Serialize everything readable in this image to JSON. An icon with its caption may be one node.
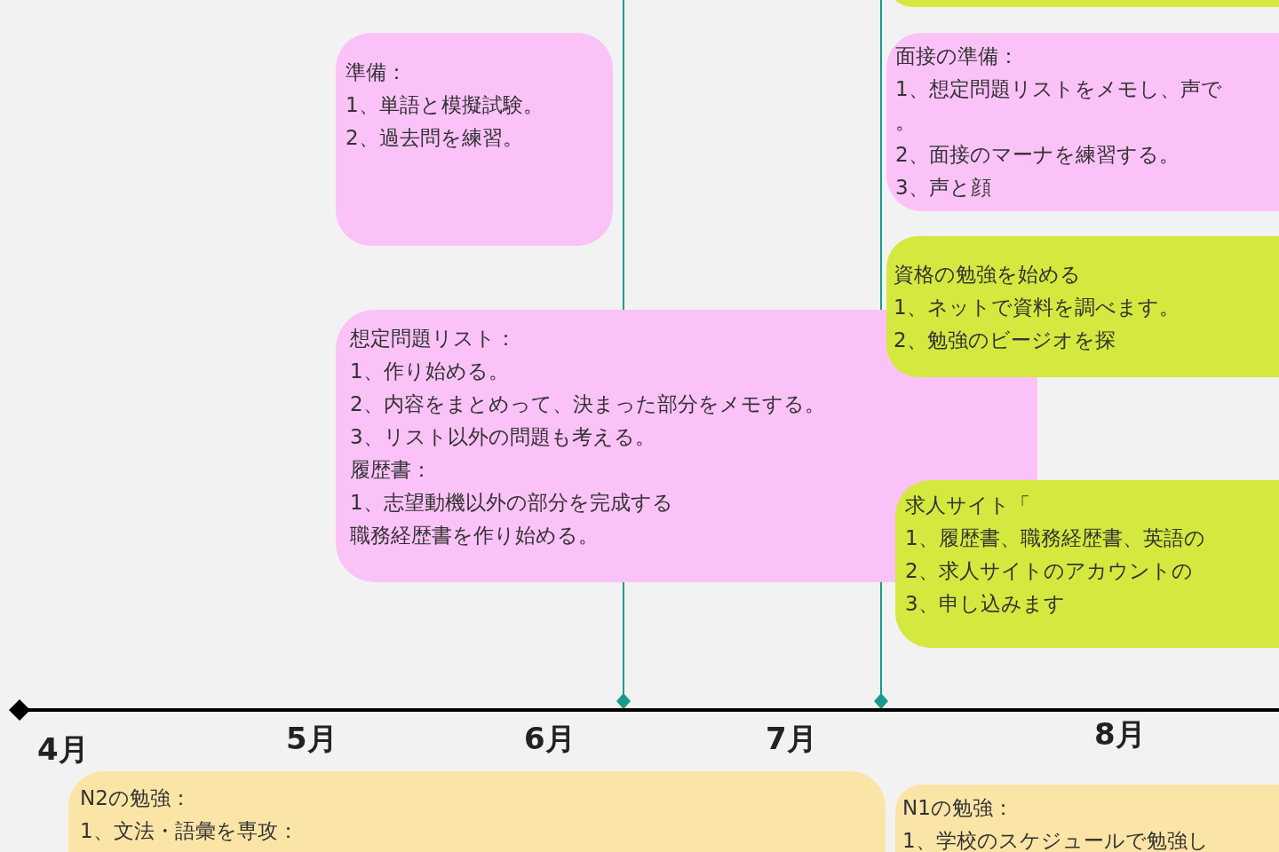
{
  "diagram": {
    "nodes": [
      {
        "text": [],
        "shape": "box"
      },
      {
        "text": [
          "準備：",
          "1、単語と模擬試験。",
          "2、過去問を練習。"
        ]
      },
      {
        "text": [
          "面接の準備：",
          "1、想定問題リストをメモし、声で",
          "。",
          "2、面接のマーナを練習する。",
          "3、声と顔"
        ]
      },
      {
        "text": [
          "資格の勉強を始める",
          "1、ネットで資料を調べます。",
          "2、勉強のビージオを探"
        ]
      },
      {
        "text": [
          "想定問題リスト：",
          "1、作り始める。",
          "2、内容をまとめって、決まった部分をメモする。",
          "3、リスト以外の問題も考える。",
          "履歴書：",
          "1、志望動機以外の部分を完成する",
          "職務経歴書を作り始める。"
        ]
      },
      {
        "text": [
          "求人サイト「",
          "1、履歴書、職務経歴書、英語の",
          "2、求人サイトのアカウントの",
          "3、申し込みます"
        ]
      },
      {
        "text": [
          "N2の勉強：",
          "1、文法・語彙を専攻："
        ]
      },
      {
        "text": [
          "N1の勉強：",
          "1、学校のスケジュールで勉強し"
        ]
      }
    ],
    "edges": [],
    "labels": [
      "4月",
      "5月",
      "6月",
      "7月",
      "8月"
    ]
  }
}
